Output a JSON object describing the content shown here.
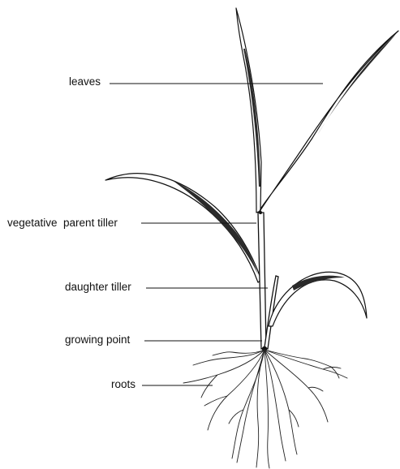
{
  "labels": {
    "leaves": "leaves",
    "vegetative_parent_tiller": "vegetative  parent tiller",
    "daughter_tiller": "daughter tiller",
    "growing_point": "growing point",
    "roots": "roots"
  }
}
